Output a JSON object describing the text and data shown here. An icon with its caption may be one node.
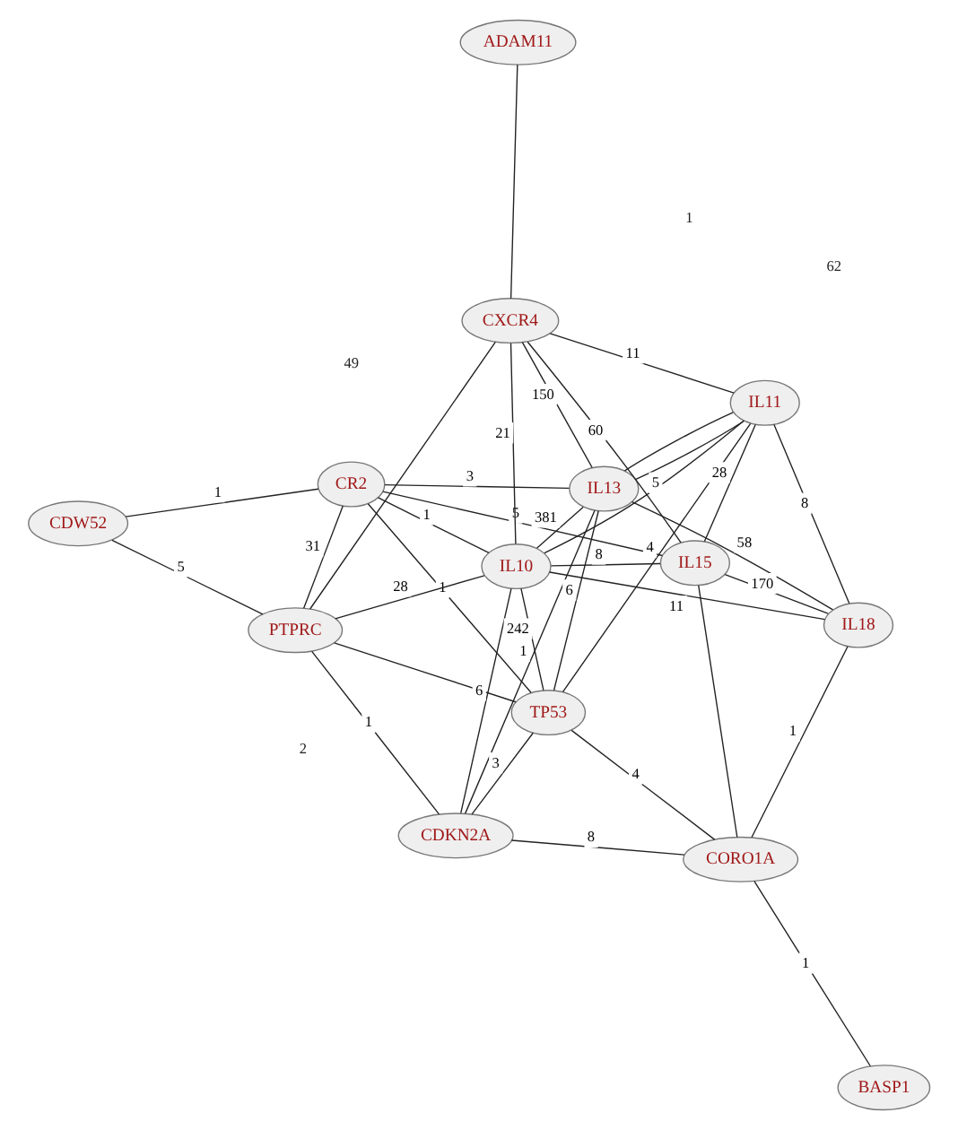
{
  "diagram": {
    "nodes": [
      {
        "text": [
          "CDW52"
        ]
      },
      {
        "text": [
          "CR2"
        ]
      },
      {
        "text": [
          "PTPRC"
        ]
      },
      {
        "text": [
          "IL13"
        ]
      },
      {
        "text": [
          "CDKN2A"
        ]
      },
      {
        "text": [
          "IL10"
        ]
      },
      {
        "text": [
          "TP53"
        ]
      },
      {
        "text": [
          "IL15"
        ]
      },
      {
        "text": [
          "CXCR4"
        ]
      },
      {
        "text": [
          "IL11"
        ]
      },
      {
        "text": [
          "CORO1A"
        ]
      },
      {
        "text": [
          "IL18"
        ]
      },
      {
        "text": [
          "BASP1"
        ]
      },
      {
        "text": [
          "ADAM11"
        ]
      }
    ],
    "edges": [
      {
        "from": 0,
        "to": 1,
        "arrow": "none",
        "label": "1"
      },
      {
        "from": 0,
        "to": 2,
        "arrow": "none",
        "label": "5"
      },
      {
        "from": 1,
        "to": 2,
        "arrow": "none",
        "label": "31"
      },
      {
        "from": 1,
        "to": 3,
        "arrow": "none",
        "label": "3"
      },
      {
        "from": 1,
        "to": 7,
        "arrow": "none",
        "label": "5"
      },
      {
        "from": 1,
        "to": 5,
        "arrow": "none",
        "label": "1"
      },
      {
        "from": 1,
        "to": 6,
        "arrow": "none",
        "label": "1"
      },
      {
        "from": 3,
        "to": 5,
        "arrow": "none",
        "label": "381"
      },
      {
        "from": 3,
        "to": 4,
        "arrow": "none",
        "label": "1"
      },
      {
        "from": 2,
        "to": 4,
        "arrow": "none",
        "label": "1"
      },
      {
        "from": 2,
        "to": 5,
        "arrow": "none",
        "label": "28"
      },
      {
        "from": 4,
        "to": 5,
        "arrow": "none",
        "label": "6"
      },
      {
        "from": 5,
        "to": 7,
        "arrow": "none",
        "label": "8"
      },
      {
        "from": 3,
        "to": 8,
        "arrow": "none",
        "label": "150"
      },
      {
        "from": 4,
        "to": 6,
        "arrow": "none",
        "label": "3"
      },
      {
        "from": 5,
        "to": 6,
        "arrow": "none",
        "label": "242"
      },
      {
        "from": 4,
        "to": 10,
        "arrow": "none",
        "label": "8"
      },
      {
        "from": 6,
        "to": 3,
        "arrow": "none",
        "label": "6"
      },
      {
        "from": 5,
        "to": 8,
        "arrow": "none",
        "label": "21"
      },
      {
        "from": 5,
        "to": 9,
        "arrow": "none",
        "label": "5"
      },
      {
        "from": 7,
        "to": 9,
        "arrow": "none",
        "label": "28"
      },
      {
        "from": 8,
        "to": 7,
        "arrow": "none",
        "label": "60"
      },
      {
        "from": 7,
        "to": 11,
        "arrow": "none",
        "label": "170"
      },
      {
        "from": 2,
        "to": 8,
        "arrow": "none"
      },
      {
        "from": 2,
        "to": 6,
        "arrow": "none"
      },
      {
        "from": 8,
        "to": 9,
        "arrow": "none",
        "label": "11"
      },
      {
        "from": 5,
        "to": 11,
        "arrow": "none",
        "label": "11"
      },
      {
        "from": 3,
        "to": 11,
        "arrow": "none",
        "label": "58"
      },
      {
        "from": 3,
        "to": 9,
        "arrow": "none"
      },
      {
        "from": 3,
        "to": 9,
        "arrow": "none"
      },
      {
        "from": 6,
        "to": 9,
        "arrow": "none",
        "label": "4"
      },
      {
        "from": 6,
        "to": 10,
        "arrow": "none",
        "label": "4"
      },
      {
        "from": 9,
        "to": 11,
        "arrow": "none",
        "label": "8"
      },
      {
        "from": 10,
        "to": 11,
        "arrow": "none",
        "label": "1"
      },
      {
        "from": 10,
        "to": 12,
        "arrow": "none",
        "label": "1"
      },
      {
        "from": 10,
        "to": 7,
        "arrow": "none"
      },
      {
        "from": 8,
        "to": 13,
        "arrow": "none"
      }
    ],
    "labels": [
      "49",
      "2",
      "62",
      "1"
    ]
  }
}
